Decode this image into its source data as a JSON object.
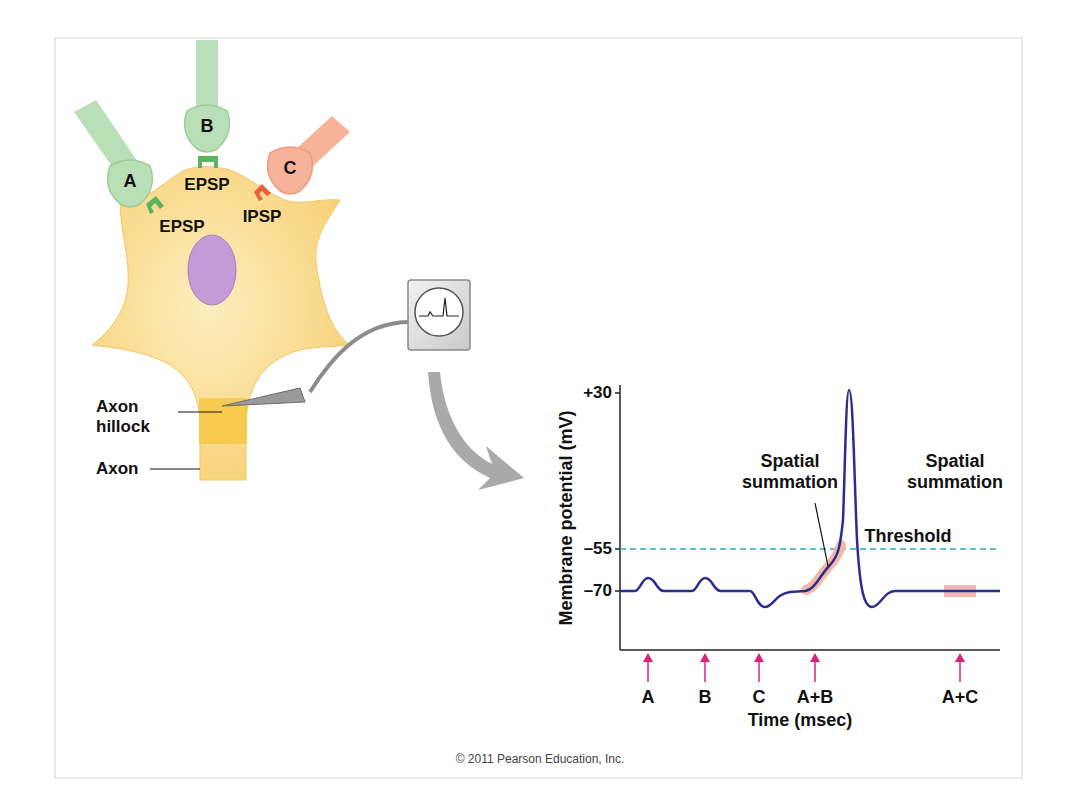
{
  "diagram": {
    "nodes": [
      {
        "text": [
          "A"
        ]
      },
      {
        "text": [
          "B"
        ]
      },
      {
        "text": [
          "C"
        ]
      }
    ],
    "labels": [
      "EPSP",
      "EPSP",
      "IPSP",
      "Axon hillock",
      "Axon",
      "Membrane potential (mV)",
      "+30",
      "–55",
      "–70",
      "Spatial summation",
      "Spatial summation",
      "Threshold",
      "A",
      "B",
      "C",
      "A+B",
      "A+C",
      "Time (msec)",
      "© 2011 Pearson Education, Inc."
    ]
  }
}
